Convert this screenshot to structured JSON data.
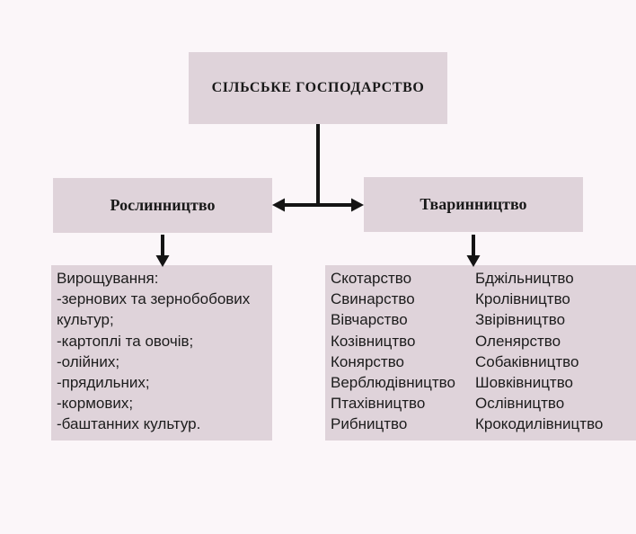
{
  "diagram": {
    "title": "СІЛЬСЬКЕ ГОСПОДАРСТВО",
    "branches": {
      "left": {
        "label": "Рослинництво"
      },
      "right": {
        "label": "Тваринництво"
      }
    },
    "crop_production": {
      "lines": [
        "Вирощування:",
        "-зернових та зернобобових культур;",
        "-картоплі та овочів;",
        "-олійних;",
        "-прядильних;",
        "-кормових;",
        "-баштанних культур."
      ]
    },
    "animal_husbandry": {
      "column_1": [
        "Скотарство",
        "Свинарство",
        "Вівчарство",
        "Козівництво",
        "Конярство",
        "Верблюдівництво",
        "Птахівництво",
        "Рибництво"
      ],
      "column_2": [
        "Бджільництво",
        "Кролівництво",
        "Звірівництво",
        "Оленярство",
        "Собаківництво",
        "Шовківництво",
        "Ослівництво",
        "Крокодилівництво"
      ]
    },
    "colors": {
      "box_fill": "#dfd3da",
      "page_background": "#fbf6f9",
      "connector": "#141414",
      "text": "#1c1c1c"
    }
  }
}
